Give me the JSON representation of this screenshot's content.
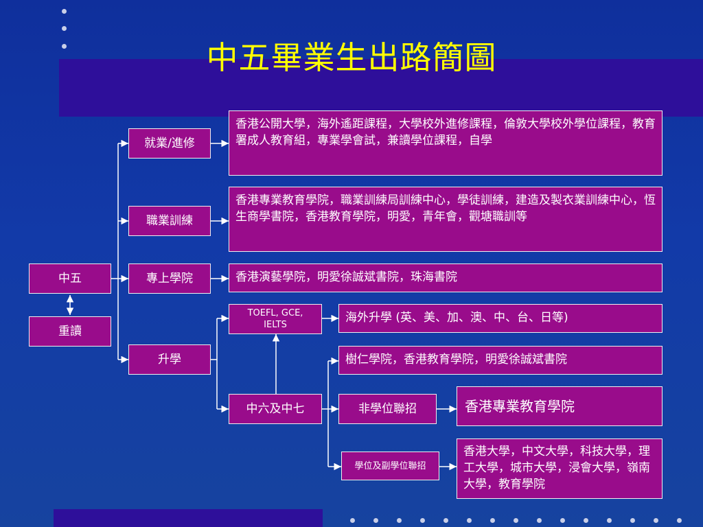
{
  "title": "中五畢業生出路簡圖",
  "nodes": {
    "zhongwu": "中五",
    "chongdu": "重讀",
    "jiuye": "就業/進修",
    "zhiye": "職業訓練",
    "zhuanshang": "專上學院",
    "shengxue": "升學",
    "exams": "TOEFL, GCE, IELTS",
    "zhongliu": "中六及中七",
    "jiuye_desc": "香港公開大學，海外遙距課程，大學校外進修課程，倫敦大學校外學位課程，教育署成人教育組，專業學會試，兼讀學位課程，自學",
    "zhiye_desc": "香港專業教育學院，職業訓練局訓練中心，學徒訓練，建造及製衣業訓練中心，恆生商學書院，香港教育學院，明愛，青年會，觀塘職訓等",
    "zhuanshang_desc": "香港演藝學院，明愛徐誠斌書院，珠海書院",
    "overseas": "海外升學 (英、美、加、澳、中、台、日等)",
    "shengxue_desc": "樹仁學院，香港教育學院，明愛徐誠斌書院",
    "non_degree": "非學位聯招",
    "ive": "香港專業教育學院",
    "degree": "學位及副學位聯招",
    "degree_desc": "香港大學，中文大學，科技大學，理工大學，城市大學，浸會大學，嶺南大學，教育學院"
  },
  "colors": {
    "background": "#123aa8",
    "band": "#2e0f9a",
    "box": "#990c8b",
    "title": "#ffff00",
    "line": "#ffffff"
  }
}
